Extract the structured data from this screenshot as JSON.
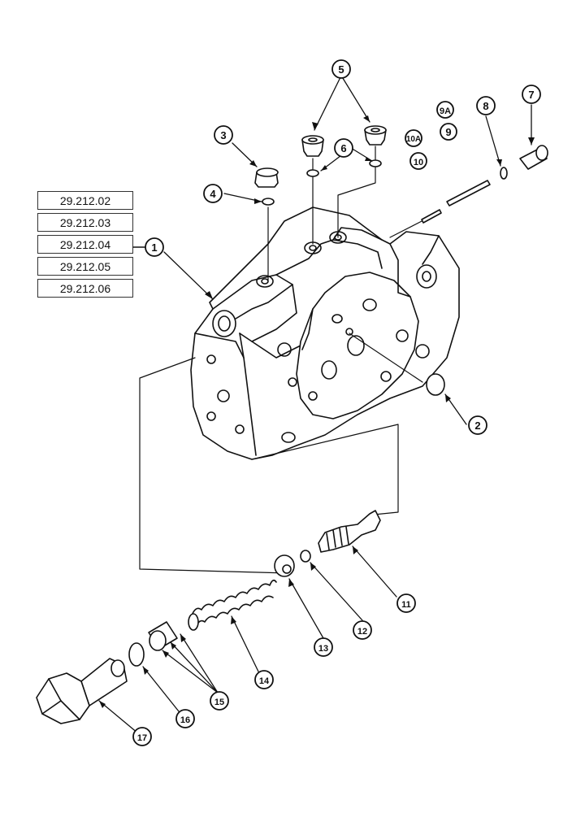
{
  "reference_pages": [
    "29.212.02",
    "29.212.03",
    "29.212.04",
    "29.212.05",
    "29.212.06"
  ],
  "callouts": {
    "c1": "1",
    "c2": "2",
    "c3": "3",
    "c4": "4",
    "c5": "5",
    "c6": "6",
    "c7": "7",
    "c8": "8",
    "c9": "9",
    "c9a": "9A",
    "c10": "10",
    "c10a": "10A",
    "c11": "11",
    "c12": "12",
    "c13": "13",
    "c14": "14",
    "c15": "15",
    "c16": "16",
    "c17": "17"
  },
  "colors": {
    "line": "#111111",
    "fill": "#ffffff"
  }
}
